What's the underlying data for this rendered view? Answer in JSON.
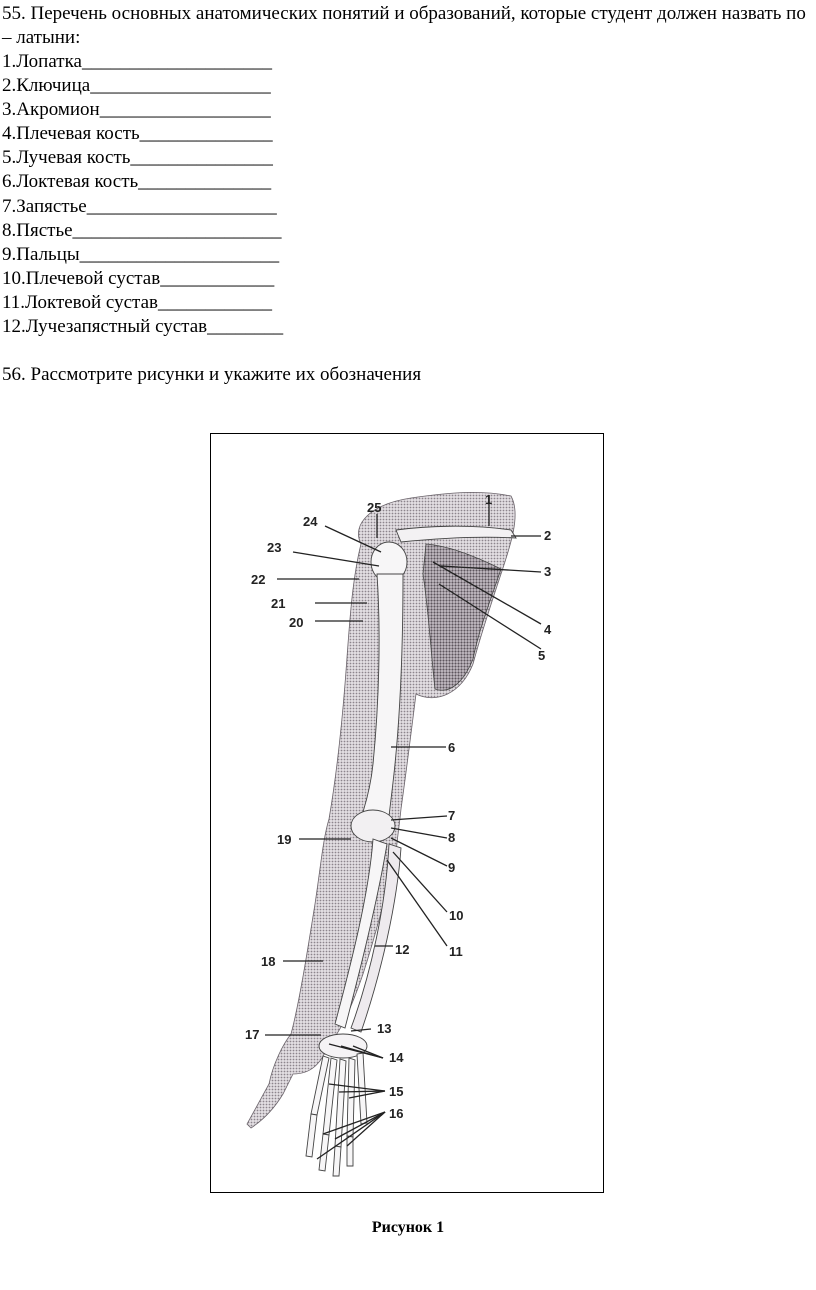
{
  "question55": {
    "title": "55. Перечень основных анатомических понятий и образований, которые студент должен назвать по – латыни:",
    "items": [
      "1.Лопатка____________________",
      "2.Ключица___________________",
      "3.Акромион__________________",
      "4.Плечевая кость______________",
      "5.Лучевая кость_______________",
      "6.Локтевая кость______________",
      "7.Запястье____________________",
      "8.Пястье______________________",
      "9.Пальцы_____________________",
      "10.Плечевой сустав____________",
      "11.Локтевой сустав____________",
      "12.Лучезапястный сустав________"
    ]
  },
  "question56": {
    "title": "56. Рассмотрите рисунки и укажите их обозначения"
  },
  "figure": {
    "caption": "Рисунок 1",
    "labels": [
      "1",
      "2",
      "3",
      "4",
      "5",
      "6",
      "7",
      "8",
      "9",
      "10",
      "11",
      "12",
      "13",
      "14",
      "15",
      "16",
      "17",
      "18",
      "19",
      "20",
      "21",
      "22",
      "23",
      "24",
      "25"
    ]
  }
}
